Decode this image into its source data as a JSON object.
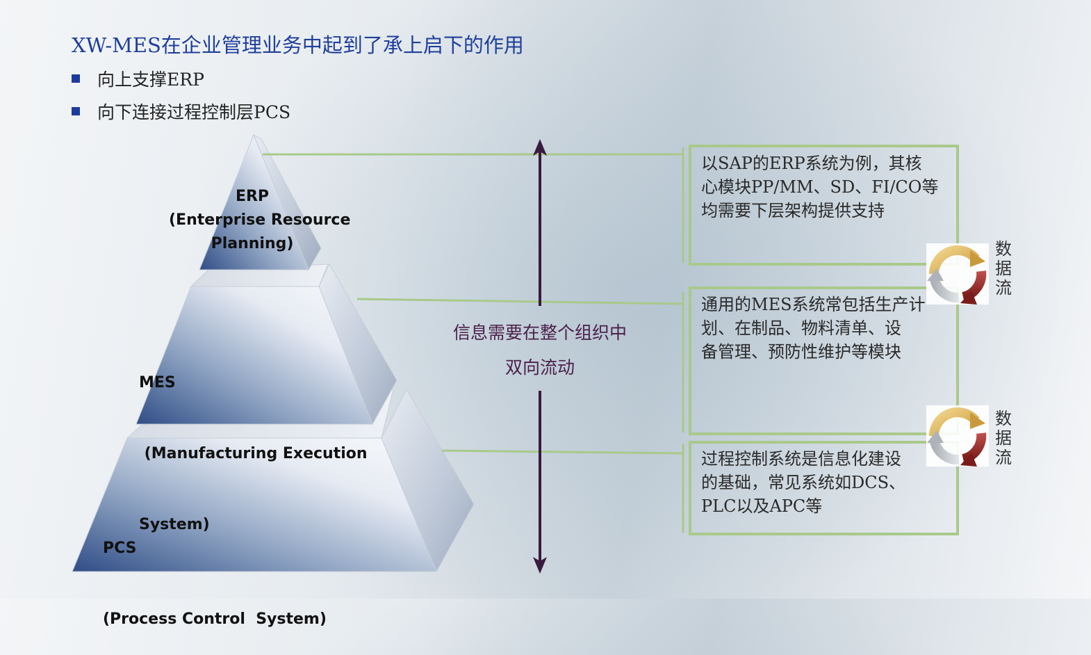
{
  "title": "XW-MES在企业管理业务中起到了承上启下的作用",
  "bullets": [
    "向上支撑ERP",
    "向下连接过程控制层PCS"
  ],
  "layers": {
    "erp": {
      "line1": "ERP",
      "line2": "(Enterprise Resource",
      "line3": "Planning)"
    },
    "mes": {
      "line1": "MES",
      "line2": " (Manufacturing Execution",
      "line3": "System)"
    },
    "pcs": {
      "line1": "PCS",
      "line2": "(Process Control  System)"
    }
  },
  "flow_text": {
    "line1": "信息需要在整个组织中",
    "line2": "双向流动"
  },
  "boxes": {
    "erp": [
      "以SAP的ERP系统为例，其核",
      "心模块PP/MM、SD、FI/CO等",
      "均需要下层架构提供支持"
    ],
    "mes": [
      "通用的MES系统常包括生产计",
      "划、在制品、物料清单、设",
      "备管理、预防性维护等模块"
    ],
    "pcs": [
      "过程控制系统是信息化建设",
      "的基础，常见系统如DCS、",
      "PLC以及APC等"
    ]
  },
  "data_flow_label": {
    "top": [
      "数",
      "据",
      "流"
    ],
    "bottom": [
      "数",
      "据",
      "流"
    ]
  },
  "colors": {
    "title": "#1f3f9a",
    "bullet_square": "#1d3b9b",
    "box_border": "#a9c98a",
    "arrow": "#3a1a3f",
    "flow_text": "#4a1f4a"
  }
}
